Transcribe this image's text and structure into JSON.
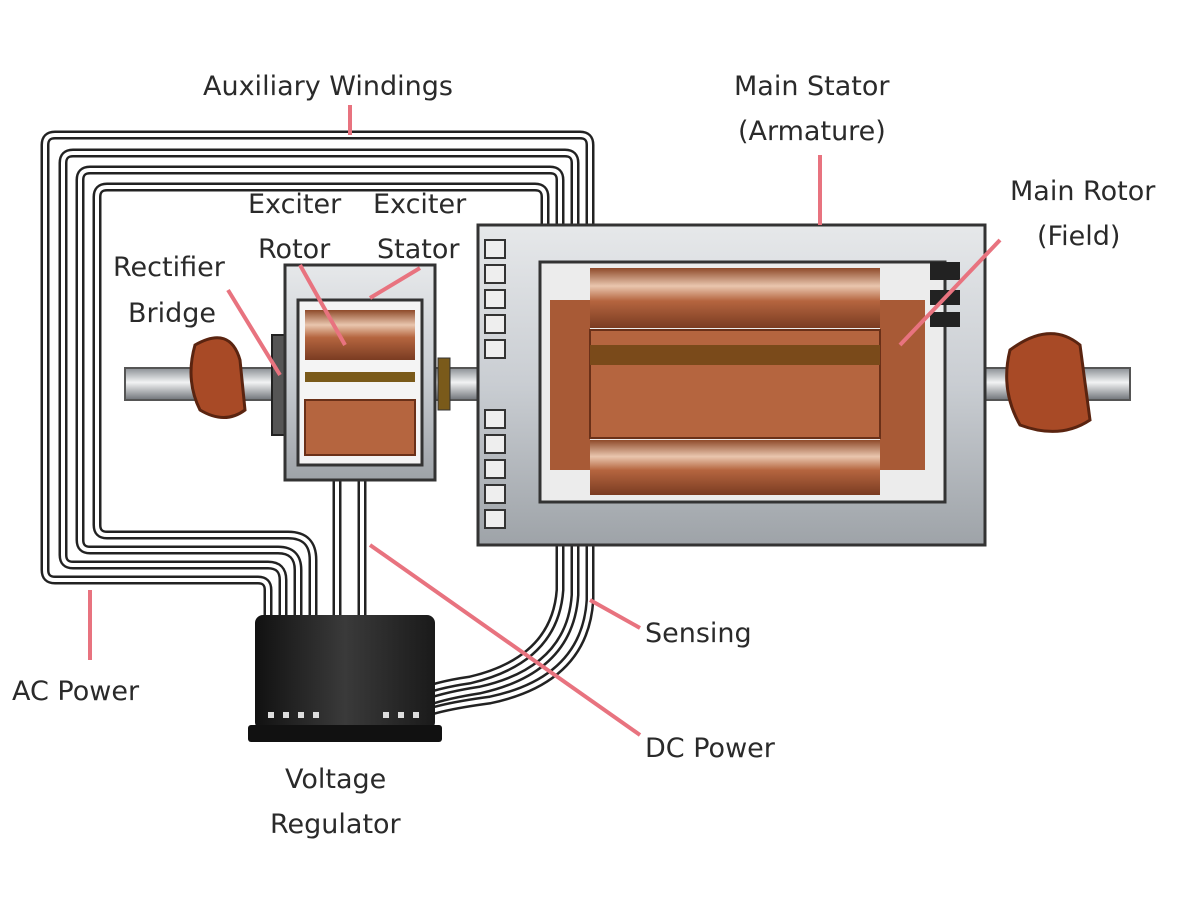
{
  "labels": {
    "auxiliary_windings": "Auxiliary Windings",
    "main_stator_1": "Main Stator",
    "main_stator_2": "(Armature)",
    "main_rotor_1": "Main Rotor",
    "main_rotor_2": "(Field)",
    "exciter_rotor_1": "Exciter",
    "exciter_rotor_2": "Rotor",
    "exciter_stator_1": "Exciter",
    "exciter_stator_2": "Stator",
    "rectifier_1": "Rectifier",
    "rectifier_2": "Bridge",
    "sensing": "Sensing",
    "ac_power": "AC Power",
    "dc_power": "DC Power",
    "regulator_1": "Voltage",
    "regulator_2": "Regulator"
  },
  "colors": {
    "leader": "#e8737f",
    "copper": "#b5653f",
    "steel": "#c9cdd2",
    "regulator": "#2b2b2b"
  }
}
